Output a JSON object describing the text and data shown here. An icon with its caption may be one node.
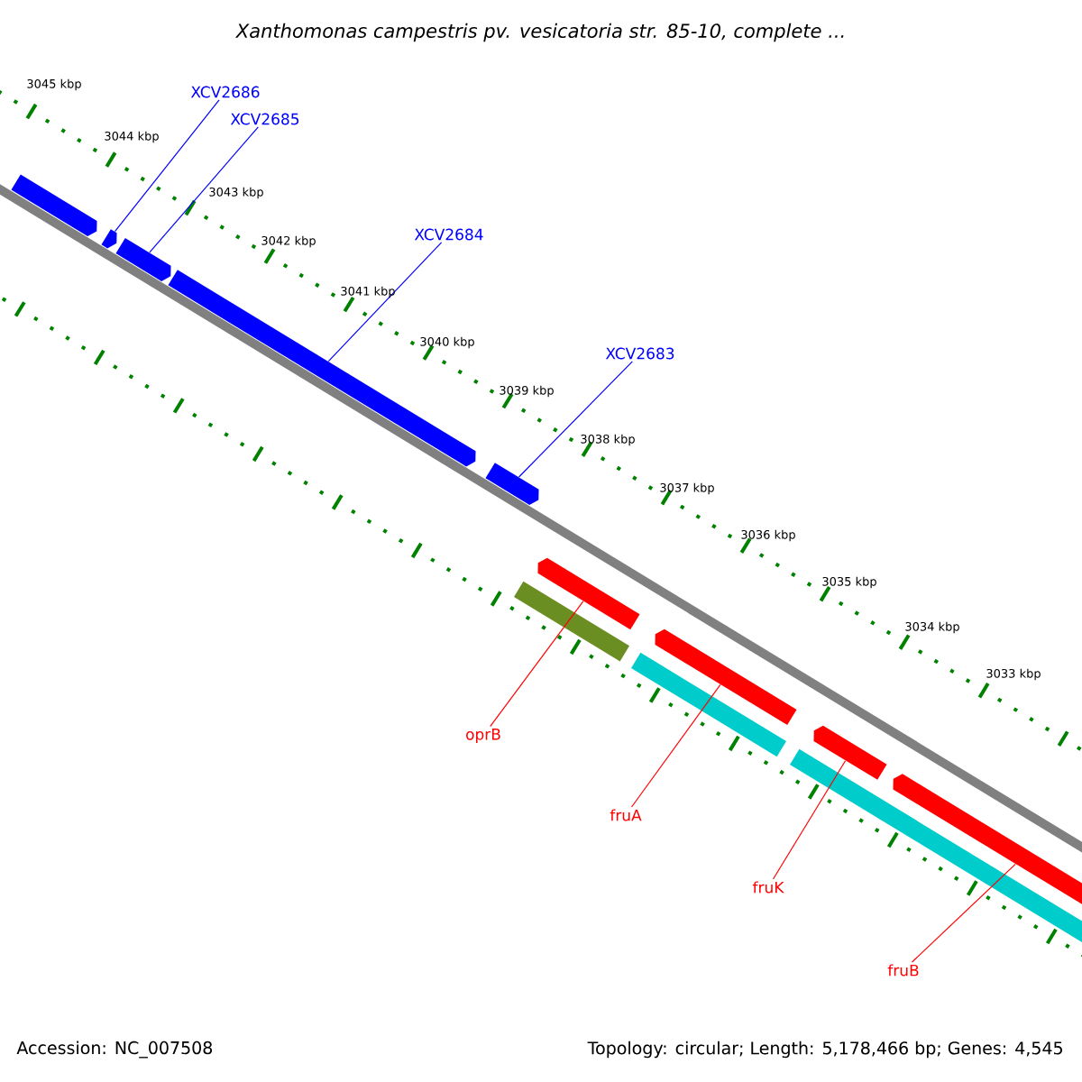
{
  "diagram": {
    "title": "Xanthomonas campestris pv. vesicatoria str. 85-10, complete ...",
    "nodes": [
      {
        "text": [
          "XCV2686"
        ]
      },
      {
        "text": [
          "XCV2685"
        ]
      },
      {
        "text": [
          "XCV2684"
        ]
      },
      {
        "text": [
          "XCV2683"
        ]
      },
      {
        "text": [],
        "shape": "arrow"
      },
      {
        "text": [],
        "shape": "arrow"
      },
      {
        "text": [],
        "shape": "arrow"
      },
      {
        "text": [],
        "shape": "arrow"
      },
      {
        "text": [],
        "shape": "arrow"
      },
      {
        "text": [],
        "shape": "arrow"
      },
      {
        "text": [],
        "shape": "bar"
      },
      {
        "text": [],
        "shape": "arrow"
      },
      {
        "text": [],
        "shape": "bar"
      },
      {
        "text": [],
        "shape": "arrow"
      },
      {
        "text": [],
        "shape": "bar"
      },
      {
        "text": [],
        "shape": "arrow"
      },
      {
        "text": [
          "oprB"
        ]
      },
      {
        "text": [
          "fruA"
        ]
      },
      {
        "text": [
          "fruK"
        ]
      },
      {
        "text": [
          "fruB"
        ]
      }
    ],
    "edges": [
      {
        "from": 0,
        "to": 5,
        "arrow": "none",
        "color": "#0000ff"
      },
      {
        "from": 1,
        "to": 6,
        "arrow": "none",
        "color": "#0000ff"
      },
      {
        "from": 2,
        "to": 7,
        "arrow": "none",
        "color": "#0000ff"
      },
      {
        "from": 3,
        "to": 8,
        "arrow": "none",
        "color": "#0000ff"
      },
      {
        "from": 16,
        "to": 9,
        "arrow": "none",
        "color": "#ff0000"
      },
      {
        "from": 17,
        "to": 11,
        "arrow": "none",
        "color": "#ff0000"
      },
      {
        "from": 18,
        "to": 13,
        "arrow": "none",
        "color": "#ff0000"
      },
      {
        "from": 19,
        "to": 15,
        "arrow": "none",
        "color": "#ff0000"
      }
    ],
    "labels": [
      "3045 kbp",
      "3044 kbp",
      "3043 kbp",
      "3042 kbp",
      "3041 kbp",
      "3040 kbp",
      "3039 kbp",
      "3038 kbp",
      "3037 kbp",
      "3036 kbp",
      "3035 kbp",
      "3034 kbp",
      "3033 kbp",
      "Accession: NC_007508",
      "Topology: circular; Length: 5,178,466 bp; Genes: 4,545"
    ]
  }
}
